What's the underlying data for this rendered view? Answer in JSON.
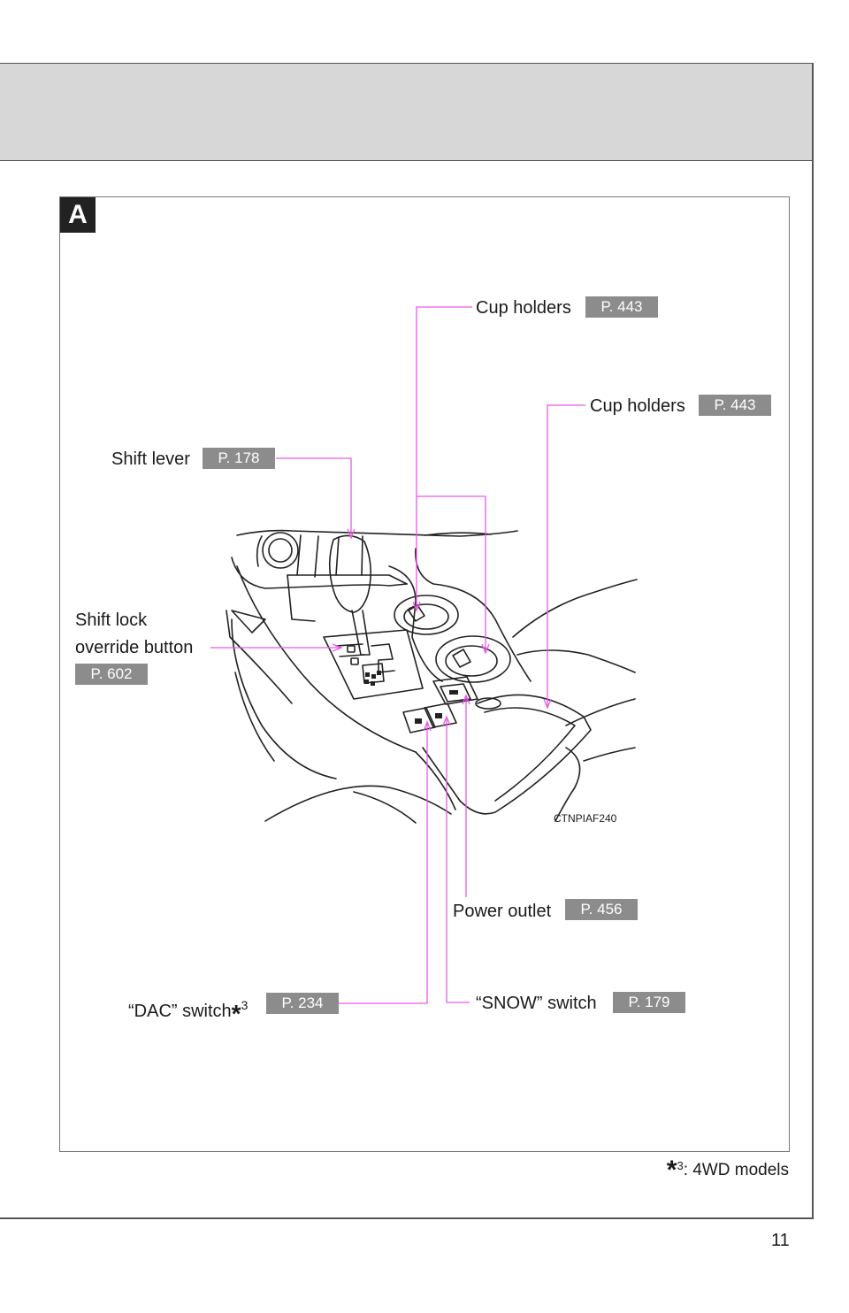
{
  "panel": {
    "badge": "A"
  },
  "callouts": {
    "cup_holders_1": {
      "label": "Cup holders",
      "page": "P. 443"
    },
    "cup_holders_2": {
      "label": "Cup holders",
      "page": "P. 443"
    },
    "shift_lever": {
      "label": "Shift lever",
      "page": "P. 178"
    },
    "shift_lock": {
      "label_line1": "Shift lock",
      "label_line2": "override button",
      "page": "P. 602"
    },
    "power_outlet": {
      "label": "Power outlet",
      "page": "P. 456"
    },
    "dac_switch": {
      "label": "“DAC” switch",
      "marker": "*",
      "superscript": "3",
      "page": "P. 234"
    },
    "snow_switch": {
      "label": "“SNOW” switch",
      "page": "P. 179"
    }
  },
  "figure_code": "CTNPIAF240",
  "footnote": {
    "marker": "*",
    "superscript": "3",
    "text": ": 4WD models"
  },
  "page_number": "11",
  "colors": {
    "leader_line": "#e85be8",
    "page_ref_bg": "#8c8c8c",
    "header_band": "#d7d7d7"
  }
}
